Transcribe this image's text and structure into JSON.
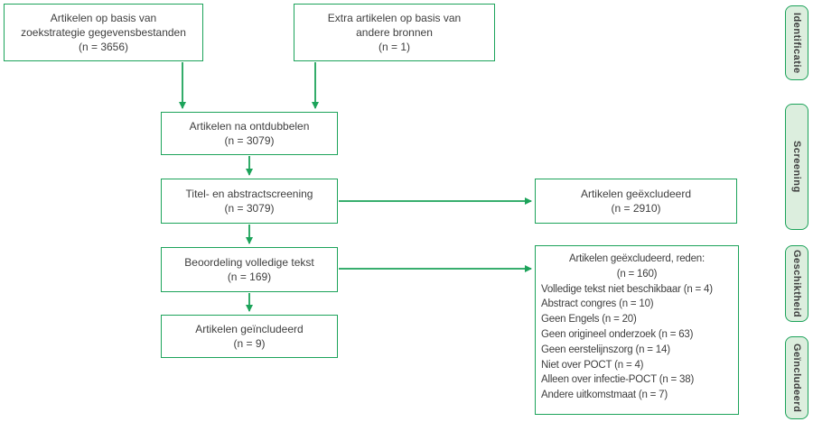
{
  "colors": {
    "accent_green": "#1ca35a",
    "stage_label_fill": "#dceede",
    "text": "#3e3e3e",
    "box_fill": "#ffffff"
  },
  "stages": {
    "identification": "Identificatie",
    "screening": "Screening",
    "eligibility": "Geschiktheid",
    "included": "Geïncludeerd"
  },
  "boxes": {
    "db_search": {
      "line1": "Artikelen op basis van",
      "line2": "zoekstrategie gegevensbestanden",
      "n": "(n = 3656)"
    },
    "other_sources": {
      "line1": "Extra artikelen op basis van",
      "line2": "andere bronnen",
      "n": "(n = 1)"
    },
    "deduplicated": {
      "line1": "Artikelen na ontdubbelen",
      "n": "(n = 3079)"
    },
    "title_abstract_screening": {
      "line1": "Titel- en abstractscreening",
      "n": "(n = 3079)"
    },
    "full_text_assessment": {
      "line1": "Beoordeling volledige tekst",
      "n": "(n = 169)"
    },
    "included_articles": {
      "line1": "Artikelen geïncludeerd",
      "n": "(n = 9)"
    },
    "excluded_articles": {
      "line1": "Artikelen geëxcludeerd",
      "n": "(n = 2910)"
    },
    "excluded_reasons": {
      "line1": "Artikelen geëxcludeerd, reden:",
      "n": "(n = 160)",
      "items": [
        "Volledige tekst niet beschikbaar (n = 4)",
        "Abstract congres (n = 10)",
        "Geen Engels (n = 20)",
        "Geen origineel onderzoek (n = 63)",
        "Geen eerstelijnszorg (n = 14)",
        "Niet over POCT (n = 4)",
        "Alleen over infectie-POCT (n = 38)",
        "Andere uitkomstmaat (n = 7)"
      ]
    }
  }
}
